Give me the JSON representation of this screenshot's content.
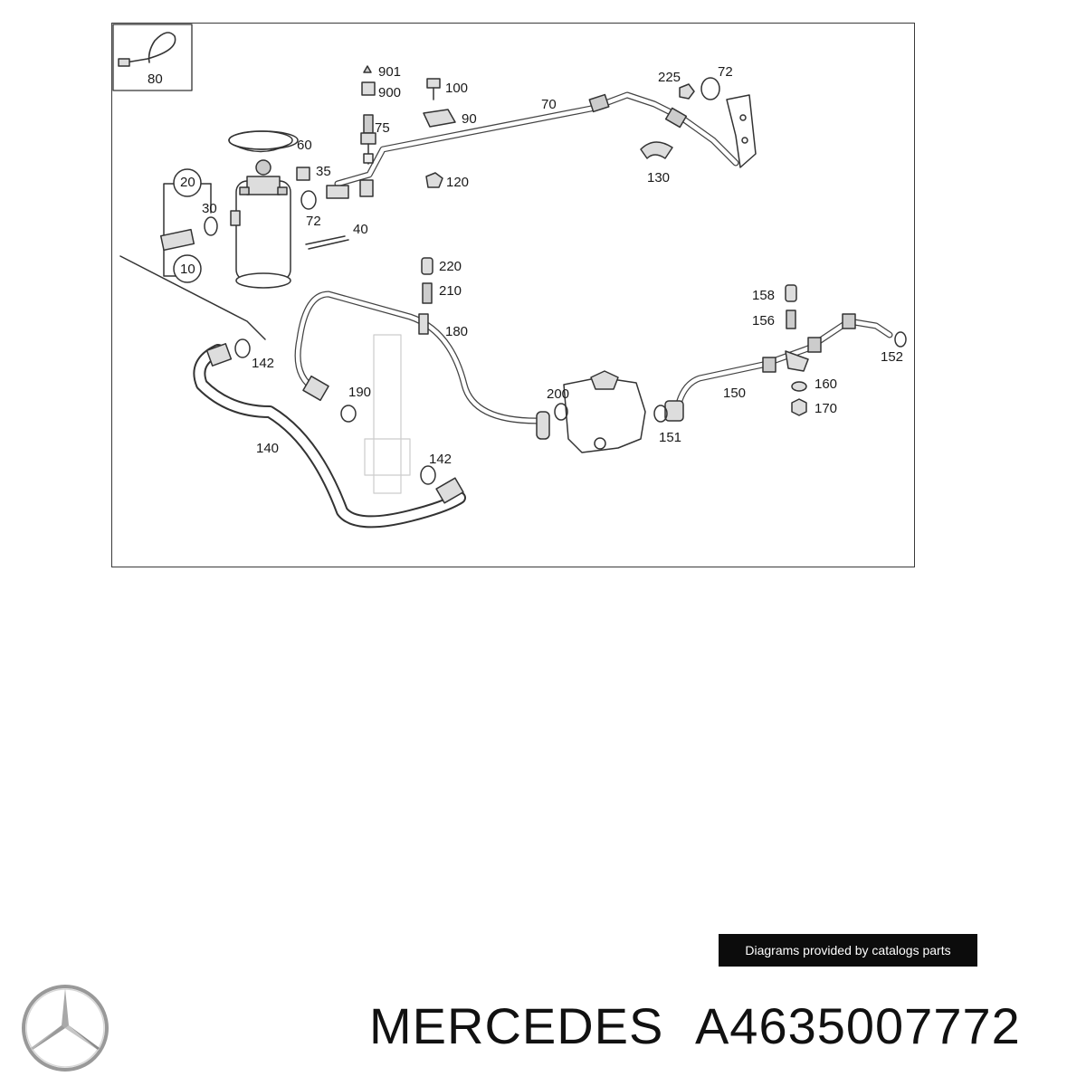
{
  "diagram": {
    "callouts": {
      "c80": "80",
      "c901": "901",
      "c900": "900",
      "c100": "100",
      "c90": "90",
      "c75": "75",
      "c70": "70",
      "c225": "225",
      "c72a": "72",
      "c60": "60",
      "c35": "35",
      "c20": "20",
      "c30": "30",
      "c72b": "72",
      "c40": "40",
      "c120": "120",
      "c130": "130",
      "c10": "10",
      "c220": "220",
      "c210": "210",
      "c180": "180",
      "c158": "158",
      "c156": "156",
      "c152": "152",
      "c142a": "142",
      "c190": "190",
      "c200": "200",
      "c150": "150",
      "c160": "160",
      "c170": "170",
      "c151": "151",
      "c140": "140",
      "c142b": "142"
    }
  },
  "watermark": {
    "text": "Diagrams provided by catalogs parts"
  },
  "brand": {
    "name": "MERCEDES",
    "part_number": "A4635007772",
    "logo_icon": "mercedes-star-icon"
  }
}
